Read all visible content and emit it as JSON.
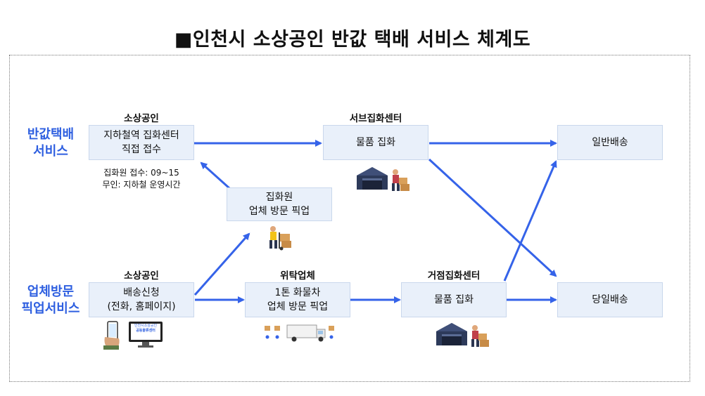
{
  "title": "■인천시 소상공인 반값 택배 서비스 체계도",
  "services": {
    "half_price": [
      "반값택배",
      "서비스"
    ],
    "visit_pickup": [
      "업체방문",
      "픽업서비스"
    ]
  },
  "labels": {
    "owner_top": "소상공인",
    "sub_center": "서브집화센터",
    "owner_bottom": "소상공인",
    "contractor": "위탁업체",
    "hub_center": "거점집화센터"
  },
  "boxes": {
    "subway": [
      "지하철역 집화센터",
      "직접 접수"
    ],
    "sub_collect": [
      "물품 집화"
    ],
    "normal": [
      "일반배송"
    ],
    "collector": [
      "집화원",
      "업체 방문 픽업"
    ],
    "apply": [
      "배송신청",
      "(전화, 홈페이지)"
    ],
    "truck": [
      "1톤 화물차",
      "업체 방문 픽업"
    ],
    "hub_collect": [
      "물품 집화"
    ],
    "sameday": [
      "당일배송"
    ]
  },
  "notes": [
    "집화원 접수: 09~15",
    "무인: 지하철 운영시간"
  ],
  "monitor_text": [
    "인천시소상공인",
    "공동물류센터"
  ],
  "colors": {
    "arrow": "#3563e9",
    "box_bg": "#e9f0fa",
    "service": "#2e5fe0"
  }
}
